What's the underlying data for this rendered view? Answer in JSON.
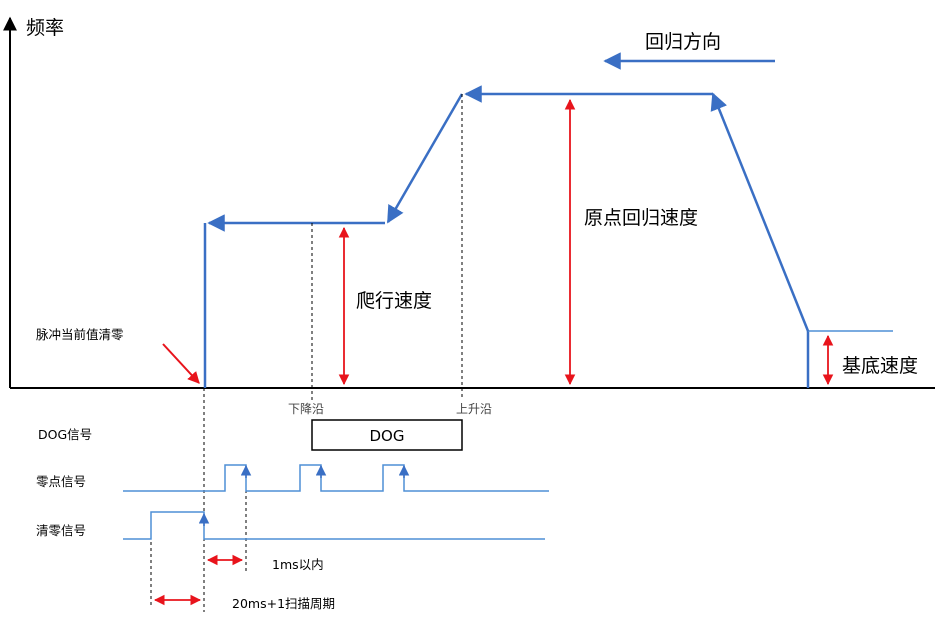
{
  "axis": {
    "y_label": "频率"
  },
  "direction": {
    "label": "回归方向"
  },
  "labels": {
    "return_speed": "原点回归速度",
    "creep_speed": "爬行速度",
    "base_speed": "基底速度",
    "pulse_clear": "脉冲当前值清零",
    "falling_edge": "下降沿",
    "rising_edge": "上升沿"
  },
  "signals": {
    "dog": "DOG信号",
    "zero": "零点信号",
    "clear": "清零信号",
    "dog_box": "DOG"
  },
  "timing": {
    "t1": "1ms以内",
    "t2": "20ms+1扫描周期"
  },
  "colors": {
    "profile": "#3a6fc4",
    "marker": "#e8141c",
    "signal": "#4f8fd6",
    "axis": "#000000"
  }
}
